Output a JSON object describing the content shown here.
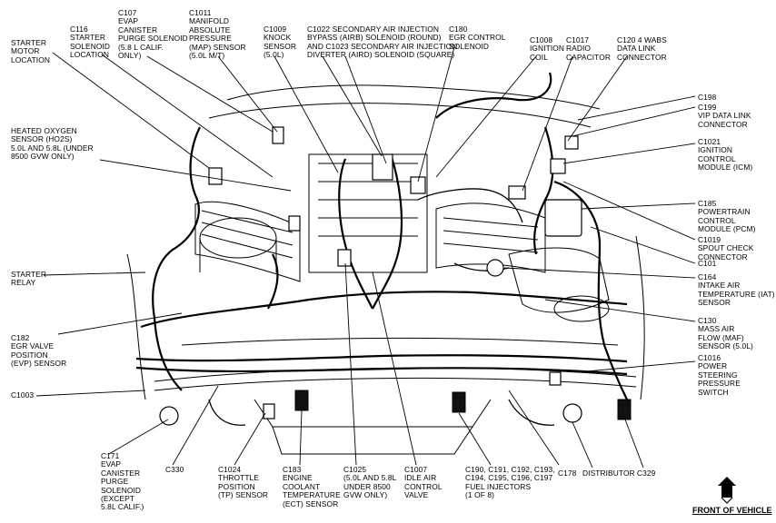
{
  "labels": {
    "starter_motor": "STARTER\nMOTOR\nLOCATION",
    "c116": "C116\nSTARTER\nSOLENOID\nLOCATION",
    "c107": "C107\nEVAP\nCANISTER\nPURGE SOLENOID\n(5.8 L CALIF.\nONLY)",
    "c1011": "C1011\nMANIFOLD\nABSOLUTE\nPRESSURE\n(MAP) SENSOR\n(5.0L M/T)",
    "c1009": "C1009\nKNOCK\nSENSOR\n(5.0L)",
    "c1022": "C1022 SECONDARY AIR INJECTION\nBYPASS (AIRB) SOLENOID (ROUND)\nAND C1023 SECONDARY AIR INJECTION\nDIVERTER (AIRD) SOLENOID (SQUARE)",
    "c180": "C180\nEGR CONTROL\nSOLENOID",
    "c1008": "C1008\nIGNITION\nCOIL",
    "c1017": "C1017\nRADIO\nCAPACITOR",
    "c120": "C120 4 WABS\nDATA LINK\nCONNECTOR",
    "c198": "C198",
    "c199": "C199\nVIP DATA LINK\nCONNECTOR",
    "c1021": "C1021\nIGNITION\nCONTROL\nMODULE (ICM)",
    "c185": "C185\nPOWERTRAIN\nCONTROL\nMODULE (PCM)",
    "c1019": "C1019\nSPOUT CHECK\nCONNECTOR",
    "c101": "C101",
    "c164": "C164\nINTAKE AIR\nTEMPERATURE (IAT)\nSENSOR",
    "c130": "C130\nMASS AIR\nFLOW (MAF)\nSENSOR (5.0L)",
    "c1016": "C1016\nPOWER\nSTEERING\nPRESSURE\nSWITCH",
    "heated_o2": "HEATED OXYGEN\nSENSOR (HO2S)\n5.0L AND 5.8L (UNDER\n8500 GVW ONLY)",
    "starter_relay": "STARTER\nRELAY",
    "c182": "C182\nEGR VALVE\nPOSITION\n(EVP) SENSOR",
    "c1003": "C1003",
    "c171": "C171\nEVAP\nCANISTER\nPURGE\nSOLENOID\n(EXCEPT\n5.8L CALIF.)",
    "c330": "C330",
    "c1024": "C1024\nTHROTTLE\nPOSITION\n(TP) SENSOR",
    "c183": "C183\nENGINE\nCOOLANT\nTEMPERATURE\n(ECT) SENSOR",
    "c1025": "C1025\n(5.0L AND 5.8L\nUNDER 8500\nGVW ONLY)",
    "c1007": "C1007\nIDLE AIR\nCONTROL\nVALVE",
    "c190": "C190, C191, C192, C193,\nC194, C195, C196, C197\nFUEL INJECTORS\n(1 OF 8)",
    "c178": "C178",
    "distributor": "DISTRIBUTOR",
    "c329": "C329",
    "front_of_vehicle": "FRONT OF VEHICLE"
  }
}
